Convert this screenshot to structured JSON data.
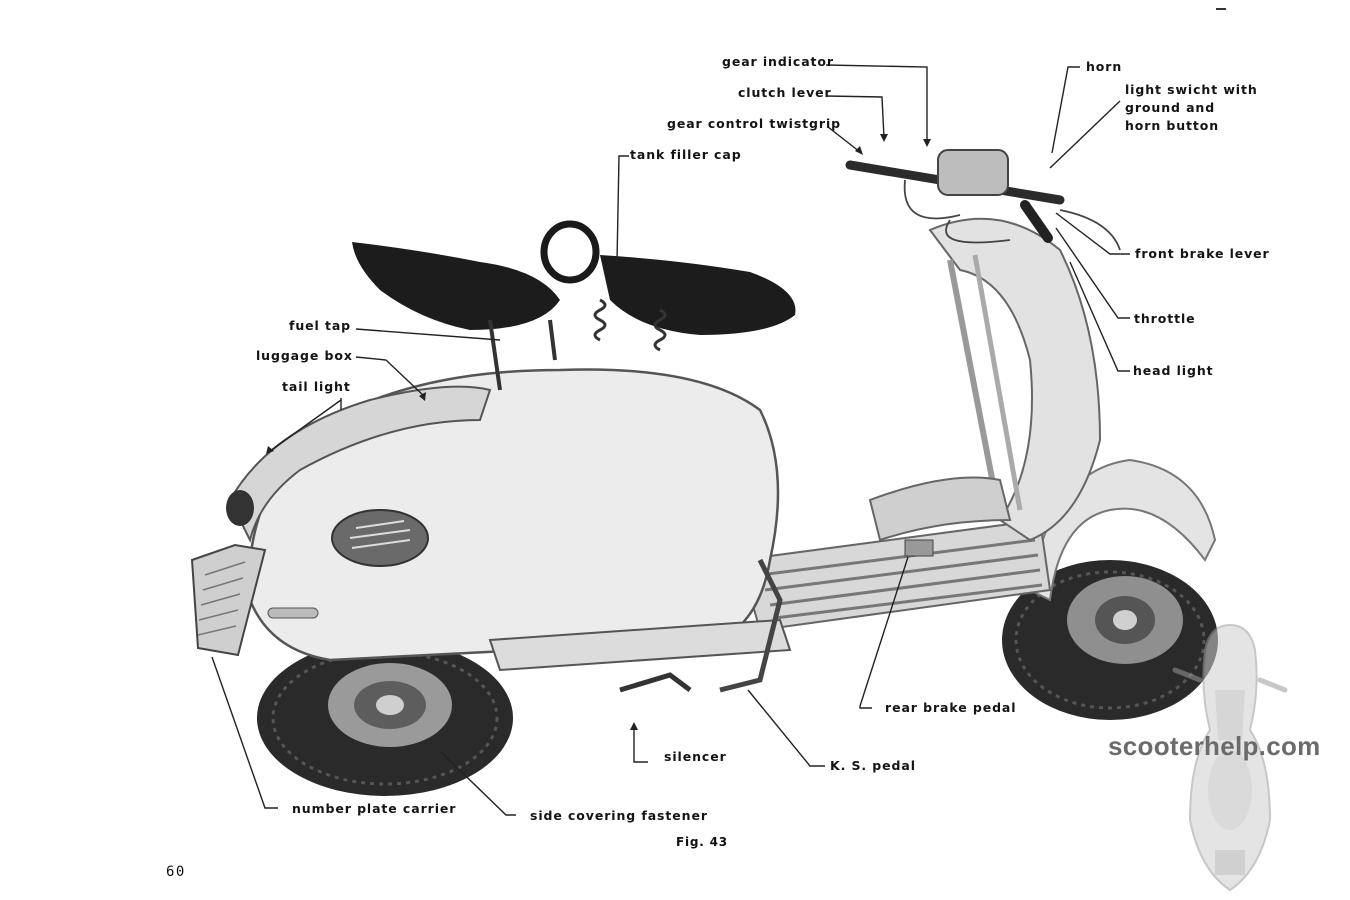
{
  "labels": {
    "gear_indicator": "gear indicator",
    "clutch_lever": "clutch lever",
    "gear_control_twistgrip": "gear control twistgrip",
    "tank_filler_cap": "tank filler cap",
    "horn": "horn",
    "light_switch_line1": "light swicht with",
    "light_switch_line2": "ground and",
    "light_switch_line3": "horn  button",
    "front_brake_lever": "front brake lever",
    "throttle": "throttle",
    "head_light": "head light",
    "fuel_tap": "fuel tap",
    "luggage_box": "luggage box",
    "tail_light": "tail light",
    "rear_brake_pedal": "rear brake pedal",
    "silencer": "silencer",
    "ks_pedal": "K. S. pedal",
    "number_plate_carrier": "number plate carrier",
    "side_covering_fastener": "side covering fastener"
  },
  "figure_caption": "Fig. 43",
  "page_number": "60",
  "watermark": "scooterhelp.com"
}
